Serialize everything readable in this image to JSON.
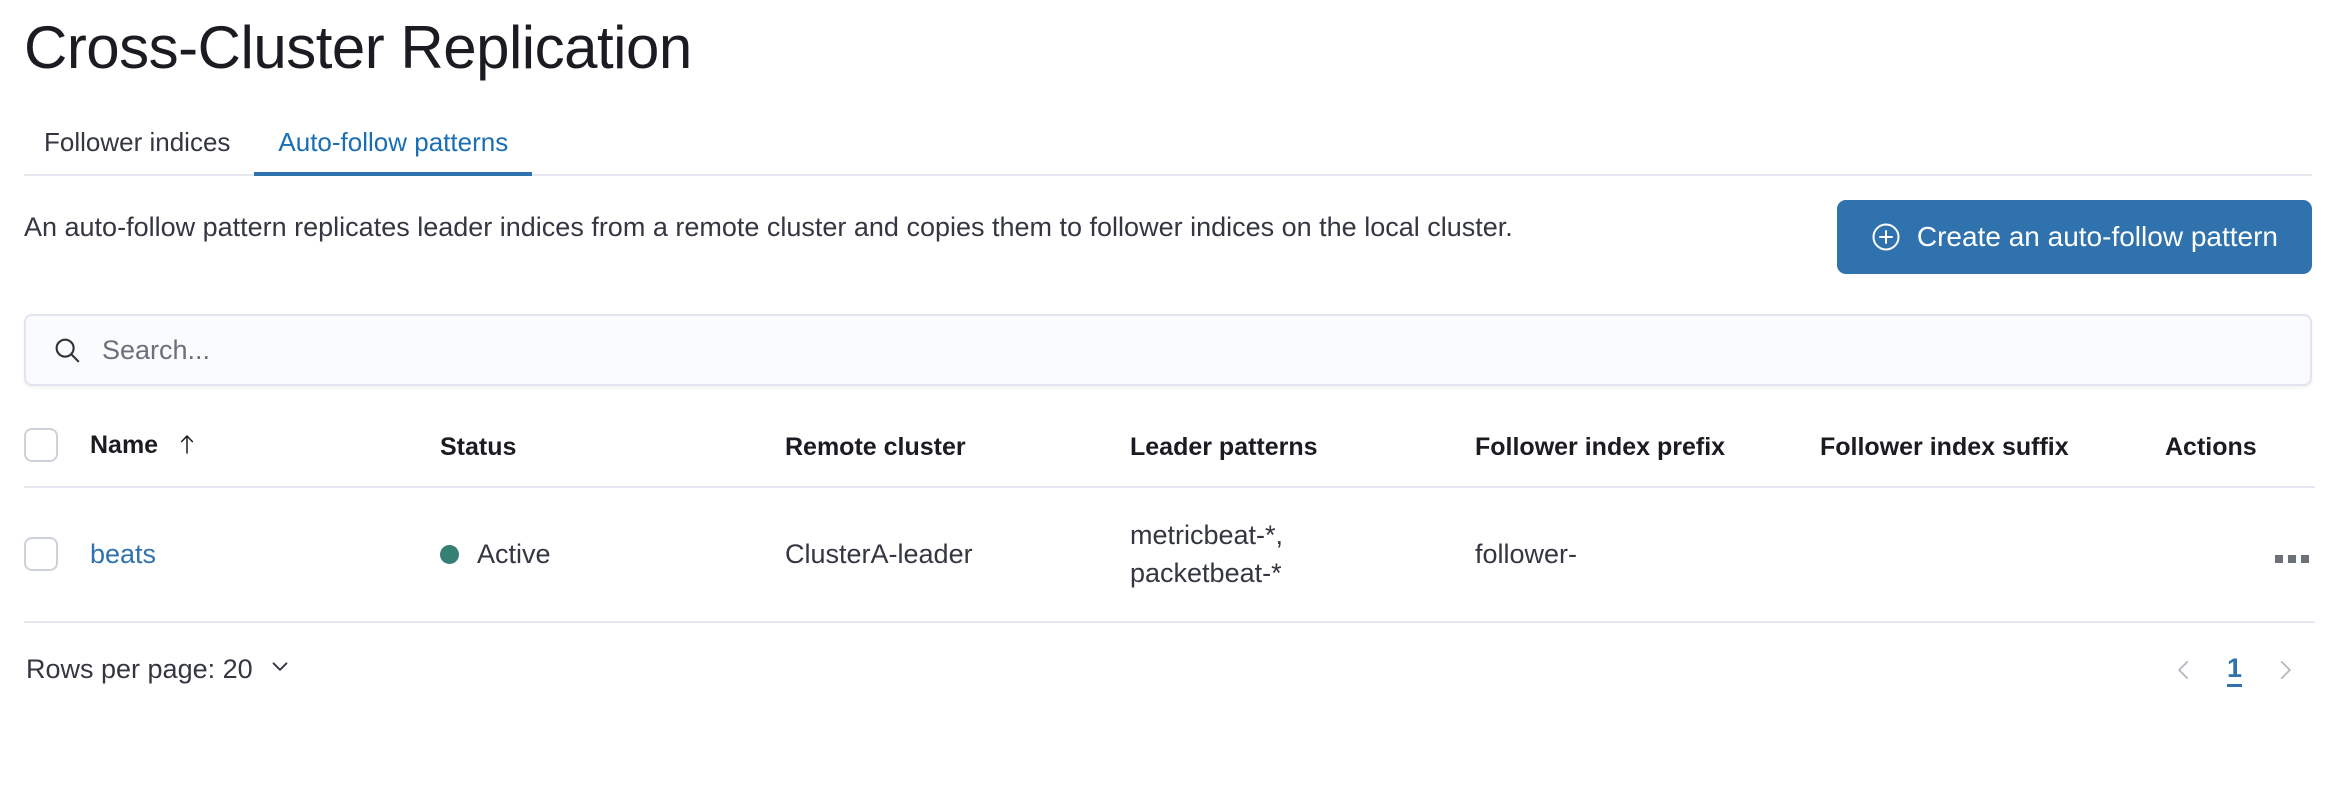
{
  "page": {
    "title": "Cross-Cluster Replication"
  },
  "tabs": [
    {
      "label": "Follower indices",
      "active": false
    },
    {
      "label": "Auto-follow patterns",
      "active": true
    }
  ],
  "description": {
    "text": "An auto-follow pattern replicates leader indices from a remote cluster and copies them to follower indices on the local cluster."
  },
  "create_button": {
    "label": "Create an auto-follow pattern",
    "icon": "plus-in-circle-icon",
    "color": "#2f72ad"
  },
  "search": {
    "placeholder": "Search...",
    "value": "",
    "icon": "search-icon"
  },
  "table": {
    "columns": [
      {
        "key": "name",
        "label": "Name",
        "sorted": "asc",
        "sort_icon": "arrow-up-icon"
      },
      {
        "key": "status",
        "label": "Status"
      },
      {
        "key": "remote_cluster",
        "label": "Remote cluster"
      },
      {
        "key": "leader_patterns",
        "label": "Leader patterns"
      },
      {
        "key": "follower_index_prefix",
        "label": "Follower index prefix"
      },
      {
        "key": "follower_index_suffix",
        "label": "Follower index suffix"
      },
      {
        "key": "actions",
        "label": "Actions"
      }
    ],
    "rows": [
      {
        "selected": false,
        "name": "beats",
        "status": "Active",
        "status_color": "#357f73",
        "remote_cluster": "ClusterA-leader",
        "leader_patterns": "metricbeat-*,\npacketbeat-*",
        "follower_index_prefix": "follower-",
        "follower_index_suffix": "",
        "actions_icon": "ellipsis-horizontal-icon"
      }
    ]
  },
  "footer": {
    "rows_per_page_label": "Rows per page: 20",
    "rows_per_page_icon": "chevron-down-icon",
    "prev_icon": "chevron-left-icon",
    "next_icon": "chevron-right-icon",
    "current_page": "1"
  }
}
